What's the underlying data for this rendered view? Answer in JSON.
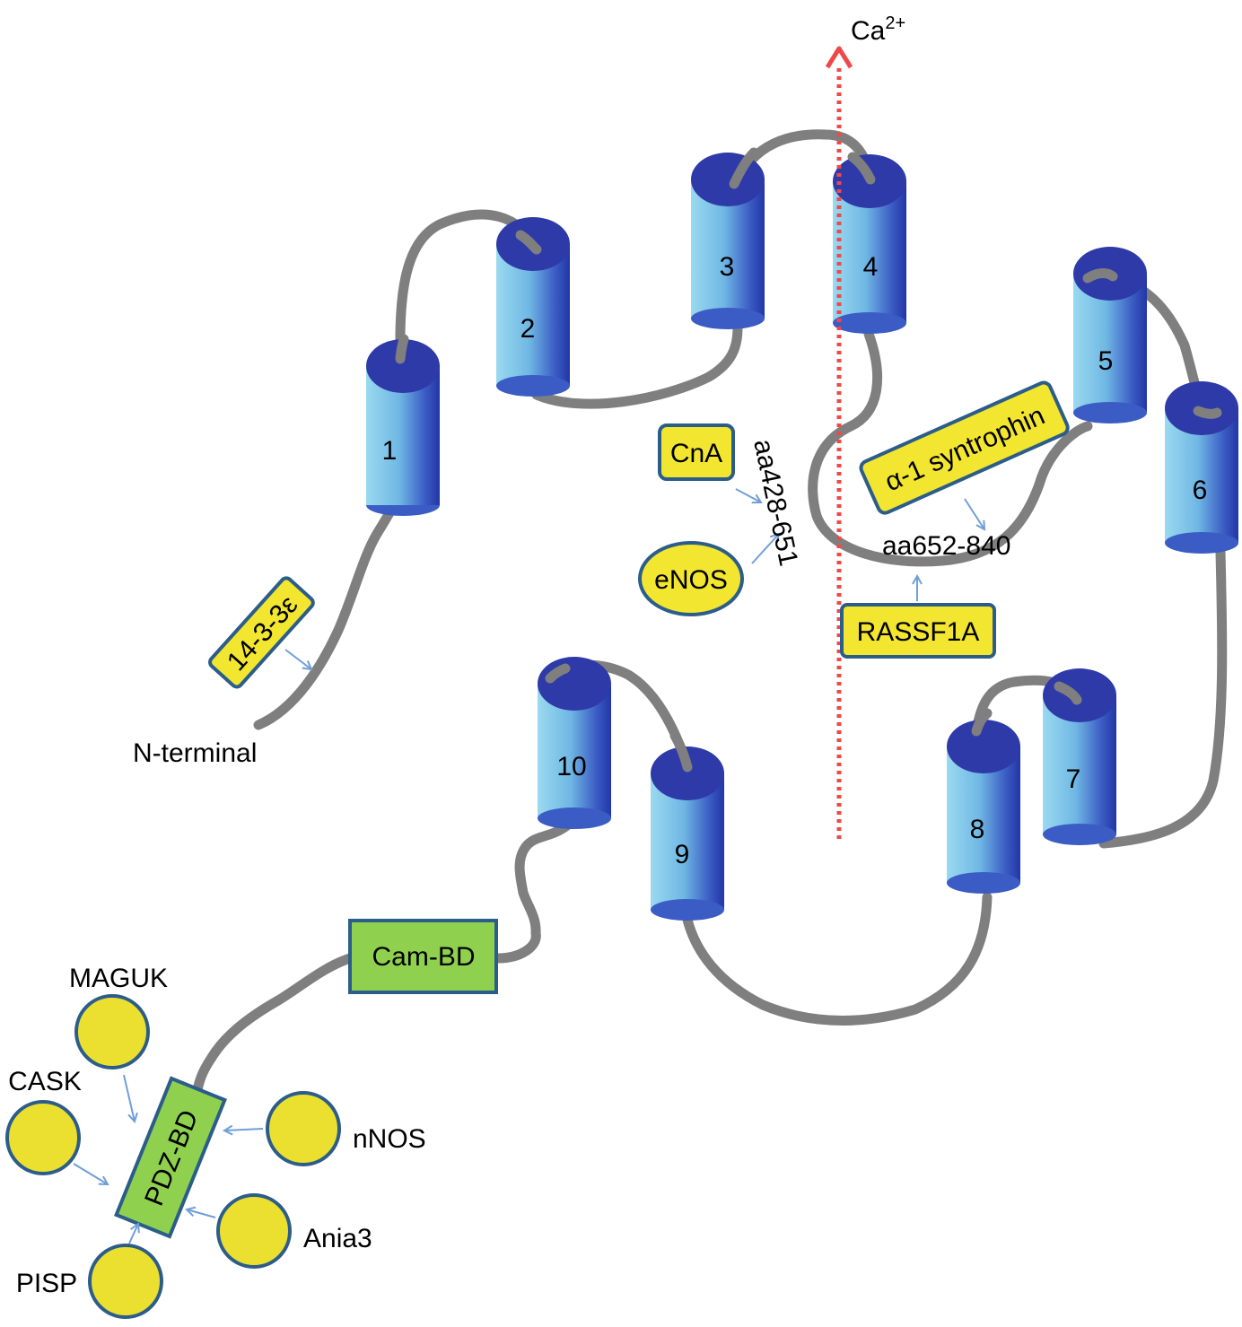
{
  "colors": {
    "background": "#ffffff",
    "backbone": "#7f7f7f",
    "helix_side_light": "#8fd3ee",
    "helix_side_dark": "#2a3fae",
    "helix_top": "#2e3aa8",
    "yellow_fill": "#f2e630",
    "yellow_border": "#2c5d8a",
    "green_fill": "#8fd14f",
    "green_border": "#2c5d8a",
    "arrow": "#6f9fd8",
    "ion_arrow": "#f04848"
  },
  "ion": {
    "symbol": "Ca",
    "charge": "2+"
  },
  "helices": [
    "1",
    "2",
    "3",
    "4",
    "5",
    "6",
    "7",
    "8",
    "9",
    "10"
  ],
  "labels": {
    "n_terminal": "N-terminal",
    "region_1": "aa428-651",
    "region_2": "aa652-840"
  },
  "interactors": {
    "fourteen_three_three": "14-3-3ε",
    "cna": "CnA",
    "enos": "eNOS",
    "syntrophin": "α-1 syntrophin",
    "rassf1a": "RASSF1A"
  },
  "domains": {
    "cam_bd": "Cam-BD",
    "pdz_bd": "PDZ-BD"
  },
  "pdz_partners": {
    "maguk": "MAGUK",
    "cask": "CASK",
    "nnos": "nNOS",
    "ania3": "Ania3",
    "pisp": "PISP"
  }
}
